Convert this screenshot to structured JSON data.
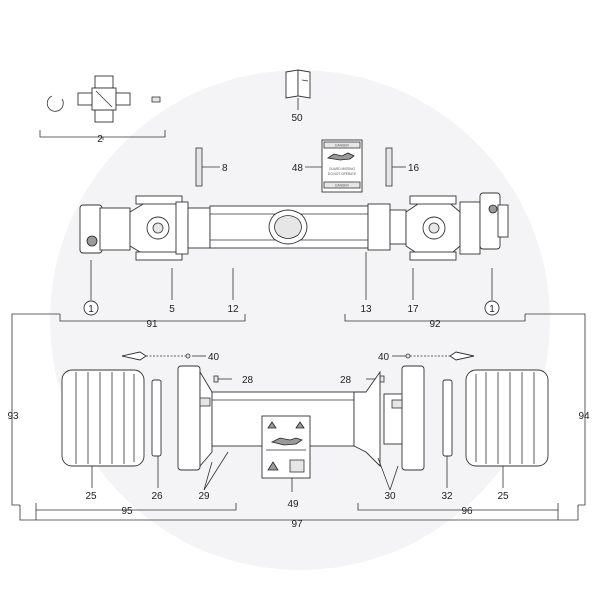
{
  "diagram": {
    "callouts": {
      "c1_left": "1",
      "c1_right": "1",
      "c2": "2",
      "c5": "5",
      "c8": "8",
      "c12": "12",
      "c13": "13",
      "c16": "16",
      "c17": "17",
      "c25_left": "25",
      "c25_right": "25",
      "c26": "26",
      "c28_left": "28",
      "c28_right": "28",
      "c29": "29",
      "c30": "30",
      "c32": "32",
      "c40_left": "40",
      "c40_right": "40",
      "c48": "48",
      "c49": "49",
      "c50": "50",
      "c91": "91",
      "c92": "92",
      "c93": "93",
      "c94": "94",
      "c95": "95",
      "c96": "96",
      "c97": "97"
    },
    "decal_text": {
      "danger_top": "DANGER",
      "danger_bottom": "DANGER",
      "line_a": "GUARD MISSING",
      "line_b": "DO NOT OPERATE"
    },
    "colors": {
      "line": "#333333",
      "fill": "#ffffff",
      "shade": "#e6e6e6",
      "watermark": "#f1f1f3"
    }
  }
}
